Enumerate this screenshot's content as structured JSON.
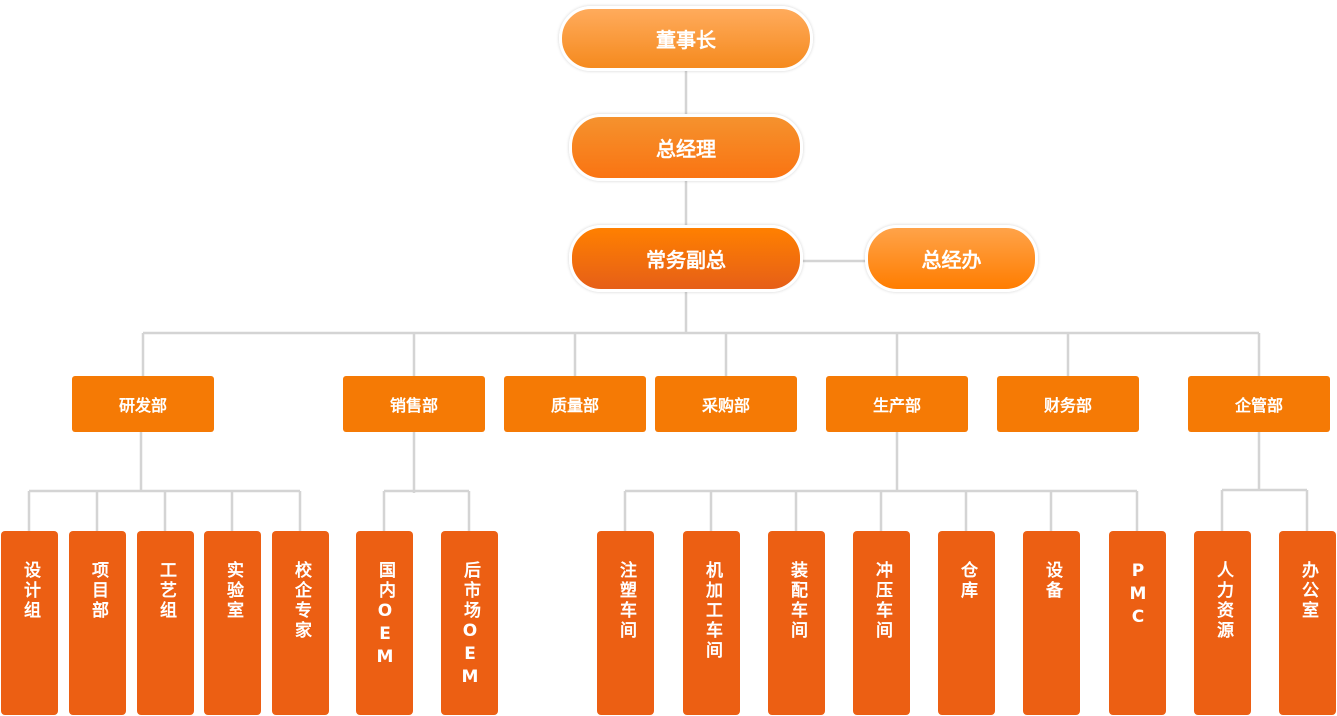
{
  "top": {
    "chairman": "董事长",
    "general_manager": "总经理",
    "executive_vp": "常务副总",
    "gm_office": "总经办"
  },
  "departments": [
    "研发部",
    "销售部",
    "质量部",
    "采购部",
    "生产部",
    "财务部",
    "企管部"
  ],
  "sub_units": {
    "rd": [
      "设计组",
      "项目部",
      "工艺组",
      "实验室",
      "校企专家"
    ],
    "sales": [
      "国内OEM",
      "后市场OEM"
    ],
    "production": [
      "注塑车间",
      "机加工车间",
      "装配车间",
      "冲压车间",
      "仓库",
      "设备",
      "PMC"
    ],
    "admin": [
      "人力资源",
      "办公室"
    ]
  },
  "colors": {
    "department": "#f57a05",
    "sub_unit": "#ec5f13",
    "connector": "#d4d4d4"
  }
}
